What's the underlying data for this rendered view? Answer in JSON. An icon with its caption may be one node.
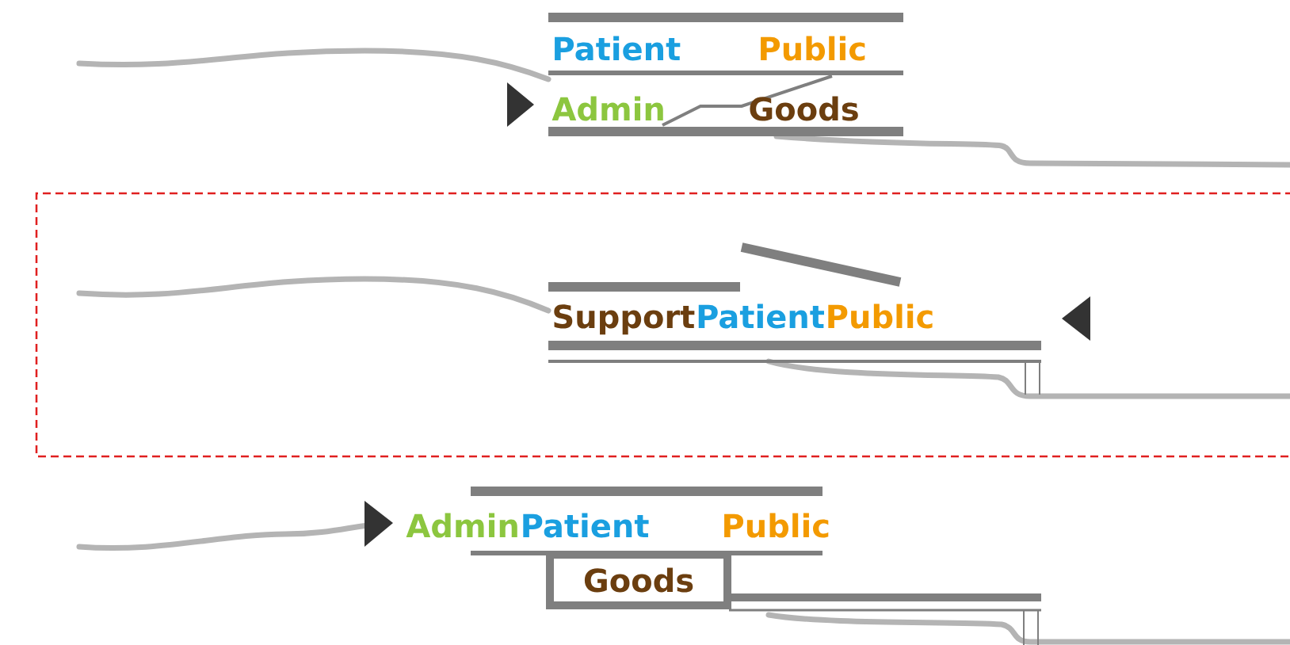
{
  "diagram": {
    "nodes": [
      {
        "text": [
          "Goods"
        ]
      }
    ],
    "labels": [
      "Patient",
      "Public",
      "Admin",
      "Goods",
      "Support",
      "Patient",
      "Public",
      "Admin",
      "Patient",
      "Public"
    ]
  }
}
